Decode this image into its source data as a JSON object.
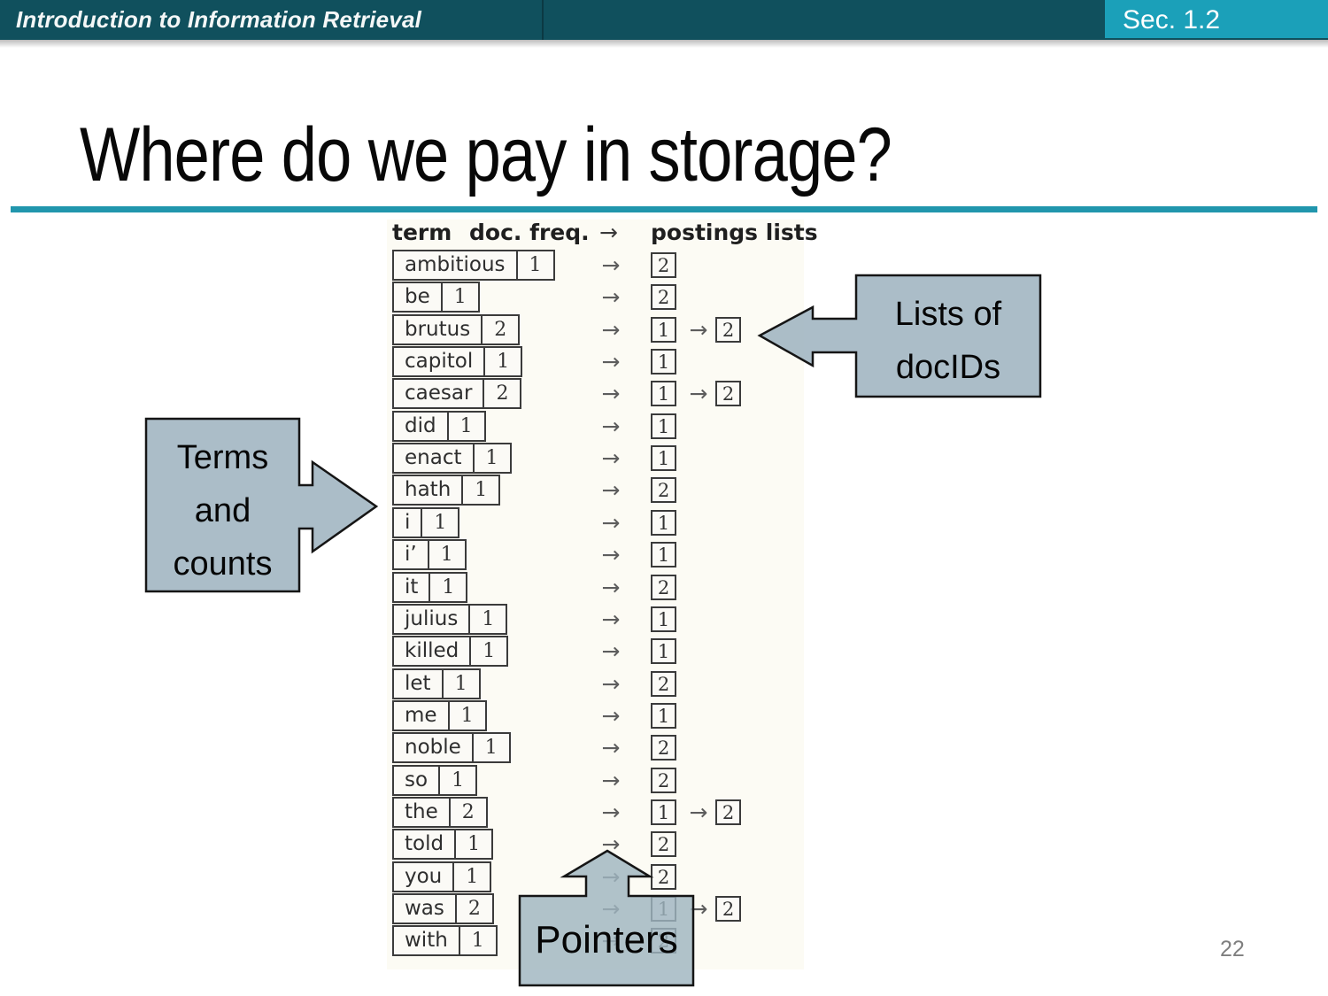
{
  "header_bar": {
    "title": "Introduction to Information Retrieval",
    "section": "Sec. 1.2"
  },
  "slide": {
    "title": "Where do we pay in storage?",
    "page_number": "22"
  },
  "table": {
    "header": {
      "term": "term",
      "doc_freq": "doc. freq.",
      "arrow": "→",
      "postings": "postings lists"
    },
    "rows": [
      {
        "term": "ambitious",
        "freq": "1",
        "postings": [
          "2"
        ]
      },
      {
        "term": "be",
        "freq": "1",
        "postings": [
          "2"
        ]
      },
      {
        "term": "brutus",
        "freq": "2",
        "postings": [
          "1",
          "2"
        ]
      },
      {
        "term": "capitol",
        "freq": "1",
        "postings": [
          "1"
        ]
      },
      {
        "term": "caesar",
        "freq": "2",
        "postings": [
          "1",
          "2"
        ]
      },
      {
        "term": "did",
        "freq": "1",
        "postings": [
          "1"
        ]
      },
      {
        "term": "enact",
        "freq": "1",
        "postings": [
          "1"
        ]
      },
      {
        "term": "hath",
        "freq": "1",
        "postings": [
          "2"
        ]
      },
      {
        "term": "i",
        "freq": "1",
        "postings": [
          "1"
        ]
      },
      {
        "term": "i’",
        "freq": "1",
        "postings": [
          "1"
        ]
      },
      {
        "term": "it",
        "freq": "1",
        "postings": [
          "2"
        ]
      },
      {
        "term": "julius",
        "freq": "1",
        "postings": [
          "1"
        ]
      },
      {
        "term": "killed",
        "freq": "1",
        "postings": [
          "1"
        ]
      },
      {
        "term": "let",
        "freq": "1",
        "postings": [
          "2"
        ]
      },
      {
        "term": "me",
        "freq": "1",
        "postings": [
          "1"
        ]
      },
      {
        "term": "noble",
        "freq": "1",
        "postings": [
          "2"
        ]
      },
      {
        "term": "so",
        "freq": "1",
        "postings": [
          "2"
        ]
      },
      {
        "term": "the",
        "freq": "2",
        "postings": [
          "1",
          "2"
        ]
      },
      {
        "term": "told",
        "freq": "1",
        "postings": [
          "2"
        ]
      },
      {
        "term": "you",
        "freq": "1",
        "postings": [
          "2"
        ]
      },
      {
        "term": "was",
        "freq": "2",
        "postings": [
          "1",
          "2"
        ]
      },
      {
        "term": "with",
        "freq": "1",
        "postings": [
          "2"
        ]
      }
    ]
  },
  "callouts": {
    "terms": {
      "lines": [
        "Terms",
        "and",
        "counts"
      ]
    },
    "docids": {
      "lines": [
        "Lists of",
        "docIDs"
      ]
    },
    "pointers": {
      "label": "Pointers"
    }
  },
  "colors": {
    "topbar": "#10505d",
    "section_box": "#1ba0b9",
    "title_rule": "#2196ad",
    "callout_fill": "#9fb4c0",
    "callout_border": "#151515",
    "box_border": "#3b3b3b",
    "page_number": "#7f7f7f"
  }
}
